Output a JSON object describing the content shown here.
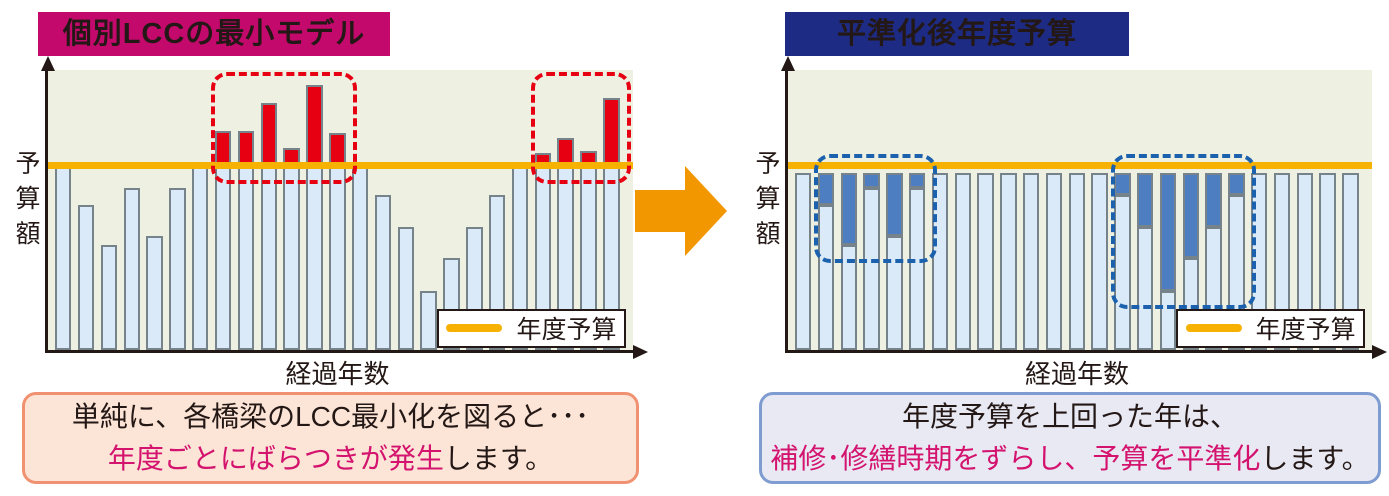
{
  "panels": {
    "left": {
      "title": "個別LCCの最小モデル",
      "note_line1": "単純に、各橋梁のLCC最小化を図ると･･･",
      "note_line2_highlight": "年度ごとにばらつきが発生",
      "note_line2_rest": "します。"
    },
    "right": {
      "title": "平準化後年度予算",
      "note_line1": "年度予算を上回った年は、",
      "note_line2_highlight": "補修･修繕時期をずらし、予算を平準化",
      "note_line2_rest": "します。"
    }
  },
  "mid_arrow_icon": "right-arrow",
  "colors": {
    "left_title_bg": "#c4096d",
    "right_title_bg": "#1e2b85",
    "title_text": "#ffffff",
    "plot_bg": "#eef1e2",
    "bar_fill": "#daeaf8",
    "bar_border": "#76838b",
    "over_budget_red": "#e60012",
    "shifted_blue": "#4d7ec2",
    "budget_line_yellow": "#f7b100",
    "mid_arrow_orange": "#f39700",
    "left_note_bg": "#fce4d6",
    "left_note_border": "#f09271",
    "right_note_bg": "#e9e9f4",
    "right_note_border": "#7f9cd1",
    "note_highlight_text": "#d3136e",
    "red_dash_box": "#e60012",
    "blue_dash_box": "#1b61ad",
    "axis_color": "#231815"
  },
  "chart_data": [
    {
      "id": "individual-lcc-min-model",
      "type": "bar",
      "title": "個別LCCの最小モデル",
      "xlabel": "経過年数",
      "ylabel": "予算額",
      "budget_line_value": 100,
      "budget_line_color": "#f7b100",
      "ylim": [
        0,
        152
      ],
      "grid": false,
      "legend": [
        {
          "label": "年度予算",
          "type": "line",
          "color": "#f7b100",
          "position": "lower right"
        }
      ],
      "bars_total": [
        100,
        79,
        57,
        88,
        62,
        88,
        100,
        119,
        119,
        134,
        110,
        144,
        118,
        100,
        84,
        67,
        32,
        50,
        67,
        84,
        100,
        107,
        115,
        108,
        137
      ],
      "bar_color": "#daeaf8",
      "over_line_color": "#e60012",
      "highlight_boxes": [
        {
          "style": "red-dashed",
          "color": "#e60012",
          "from_bar": 7,
          "to_bar": 12
        },
        {
          "style": "red-dashed",
          "color": "#e60012",
          "from_bar": 21,
          "to_bar": 24
        }
      ]
    },
    {
      "id": "leveled-annual-budget",
      "type": "bar",
      "title": "平準化後年度予算",
      "xlabel": "経過年数",
      "ylabel": "予算額",
      "budget_line_value": 100,
      "budget_line_color": "#f7b100",
      "ylim": [
        0,
        152
      ],
      "grid": false,
      "legend": [
        {
          "label": "年度予算",
          "type": "line",
          "color": "#f7b100",
          "position": "lower right"
        }
      ],
      "base_values": [
        96,
        79,
        57,
        88,
        62,
        88,
        96,
        96,
        96,
        96,
        96,
        96,
        96,
        96,
        84,
        67,
        32,
        50,
        67,
        84,
        96,
        96,
        96,
        96,
        96
      ],
      "shifted_values": [
        0,
        17,
        39,
        8,
        34,
        8,
        0,
        0,
        0,
        0,
        0,
        0,
        0,
        0,
        12,
        29,
        64,
        46,
        29,
        12,
        0,
        0,
        0,
        0,
        0
      ],
      "bar_color": "#daeaf8",
      "shifted_color": "#4d7ec2",
      "highlight_boxes": [
        {
          "style": "blue-dashed",
          "color": "#1b61ad",
          "from_bar": 1,
          "to_bar": 5
        },
        {
          "style": "blue-dashed",
          "color": "#1b61ad",
          "from_bar": 14,
          "to_bar": 19
        }
      ]
    }
  ]
}
